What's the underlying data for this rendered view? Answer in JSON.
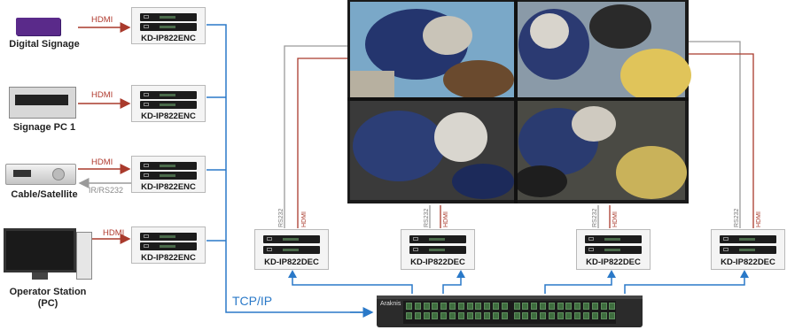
{
  "sources": [
    {
      "label": "Digital Signage",
      "link": "HDMI",
      "encoder": "KD-IP822ENC"
    },
    {
      "label": "Signage PC 1",
      "link": "HDMI",
      "encoder": "KD-IP822ENC"
    },
    {
      "label": "Cable/Satellite",
      "link": "HDMI",
      "control": "IR/RS232",
      "encoder": "KD-IP822ENC"
    },
    {
      "label": "Operator Station\n(PC)",
      "link": "HDMI",
      "encoder": "KD-IP822ENC"
    }
  ],
  "decoders": [
    {
      "name": "KD-IP822DEC",
      "ctrl": "RS232",
      "link": "HDMI"
    },
    {
      "name": "KD-IP822DEC",
      "ctrl": "RS232",
      "link": "HDMI"
    },
    {
      "name": "KD-IP822DEC",
      "ctrl": "RS232",
      "link": "HDMI"
    },
    {
      "name": "KD-IP822DEC",
      "ctrl": "RS232",
      "link": "HDMI"
    }
  ],
  "network": {
    "label": "TCP/IP",
    "switch_brand": "Araknis"
  },
  "colors": {
    "hdmi": "#a93a2c",
    "network": "#2a79c8",
    "control": "#9a9a9a"
  }
}
